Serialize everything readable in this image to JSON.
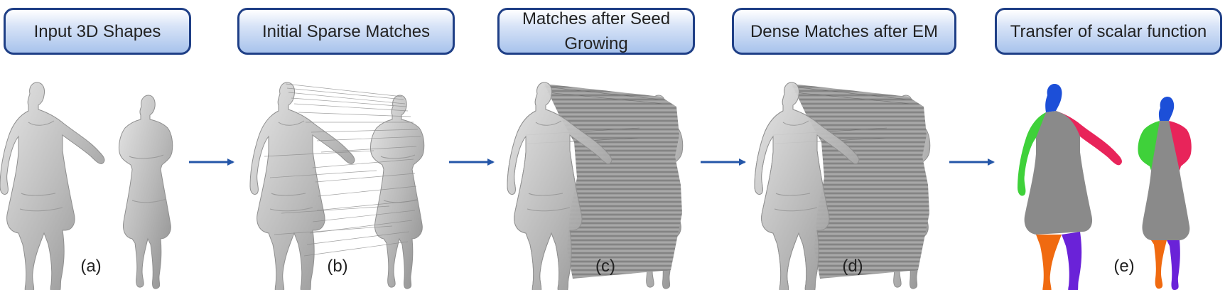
{
  "stages": [
    {
      "title": "Input 3D Shapes",
      "caption": "(a)"
    },
    {
      "title": "Initial Sparse Matches",
      "caption": "(b)"
    },
    {
      "title": "Matches after Seed Growing",
      "caption": "(c)"
    },
    {
      "title": "Dense Matches after EM",
      "caption": "(d)"
    },
    {
      "title": "Transfer of scalar function",
      "caption": "(e)"
    }
  ],
  "colors": {
    "box_border": "#1f3f86",
    "arrow": "#2456a8",
    "mesh": "#b9b9b9",
    "match_lines": "#7a7a7a",
    "segment_head": "#1c4fd8",
    "segment_left_arm": "#3fd13a",
    "segment_right_arm": "#e8245a",
    "segment_left_leg": "#f06a10",
    "segment_right_leg": "#6a22d8",
    "segment_body": "#8a8a8a"
  }
}
